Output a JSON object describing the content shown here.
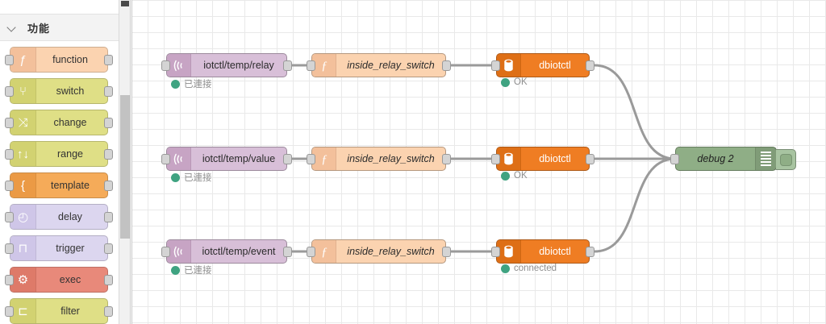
{
  "palette": {
    "category_label": "功能",
    "chevron_icon": "chevron-down-icon",
    "items": [
      {
        "label": "function",
        "icon": "function-f-icon",
        "body": "#fbd3b0",
        "icon_bg": "#f3c09b",
        "glyph": "ƒ"
      },
      {
        "label": "switch",
        "icon": "switch-icon",
        "body": "#dfdf86",
        "icon_bg": "#d2d271",
        "glyph": "⑂"
      },
      {
        "label": "change",
        "icon": "change-icon",
        "body": "#dfdf86",
        "icon_bg": "#d2d271",
        "glyph": "⤨"
      },
      {
        "label": "range",
        "icon": "range-icon",
        "body": "#dfdf86",
        "icon_bg": "#d2d271",
        "glyph": "↑↓"
      },
      {
        "label": "template",
        "icon": "template-braces-icon",
        "body": "#f5ab59",
        "icon_bg": "#eb9a45",
        "glyph": "{"
      },
      {
        "label": "delay",
        "icon": "clock-icon",
        "body": "#dcd6ef",
        "icon_bg": "#cfc6e8",
        "glyph": "◴"
      },
      {
        "label": "trigger",
        "icon": "pulse-icon",
        "body": "#dcd6ef",
        "icon_bg": "#cfc6e8",
        "glyph": "⊓"
      },
      {
        "label": "exec",
        "icon": "gear-icon",
        "body": "#e8897a",
        "icon_bg": "#de7a69",
        "glyph": "⚙"
      },
      {
        "label": "filter",
        "icon": "filter-icon",
        "body": "#dfdf86",
        "icon_bg": "#d2d271",
        "glyph": "⊏"
      }
    ]
  },
  "canvas": {
    "grid_size": 20,
    "rows": [
      {
        "mqtt": {
          "label": "iotctl/temp/relay",
          "status": "已連接",
          "status_color": "#3fa381"
        },
        "func": {
          "label": "inside_relay_switch"
        },
        "db": {
          "label": "dbiotctl",
          "status": "OK",
          "status_color": "#3fa381"
        }
      },
      {
        "mqtt": {
          "label": "iotctl/temp/value",
          "status": "已連接",
          "status_color": "#3fa381"
        },
        "func": {
          "label": "inside_relay_switch"
        },
        "db": {
          "label": "dbiotctl",
          "status": "OK",
          "status_color": "#3fa381"
        }
      },
      {
        "mqtt": {
          "label": "iotctl/temp/event",
          "status": "已連接",
          "status_color": "#3fa381"
        },
        "func": {
          "label": "inside_relay_switch"
        },
        "db": {
          "label": "dbiotctl",
          "status": "connected",
          "status_color": "#3fa381"
        }
      }
    ],
    "debug": {
      "label": "debug 2",
      "lines_icon": "debug-lines-icon",
      "toggle_icon": "debug-toggle-button"
    },
    "colors": {
      "mqtt_body": "#d8bfd8",
      "mqtt_icon": "#c7a4c4",
      "function_body": "#fbd3b0",
      "function_icon": "#f3c09b",
      "db_body": "#ef7d23",
      "db_icon": "#de6f16",
      "debug_body": "#8fae86",
      "wire": "#9a9a9a",
      "grid": "#e9e9e9"
    }
  }
}
